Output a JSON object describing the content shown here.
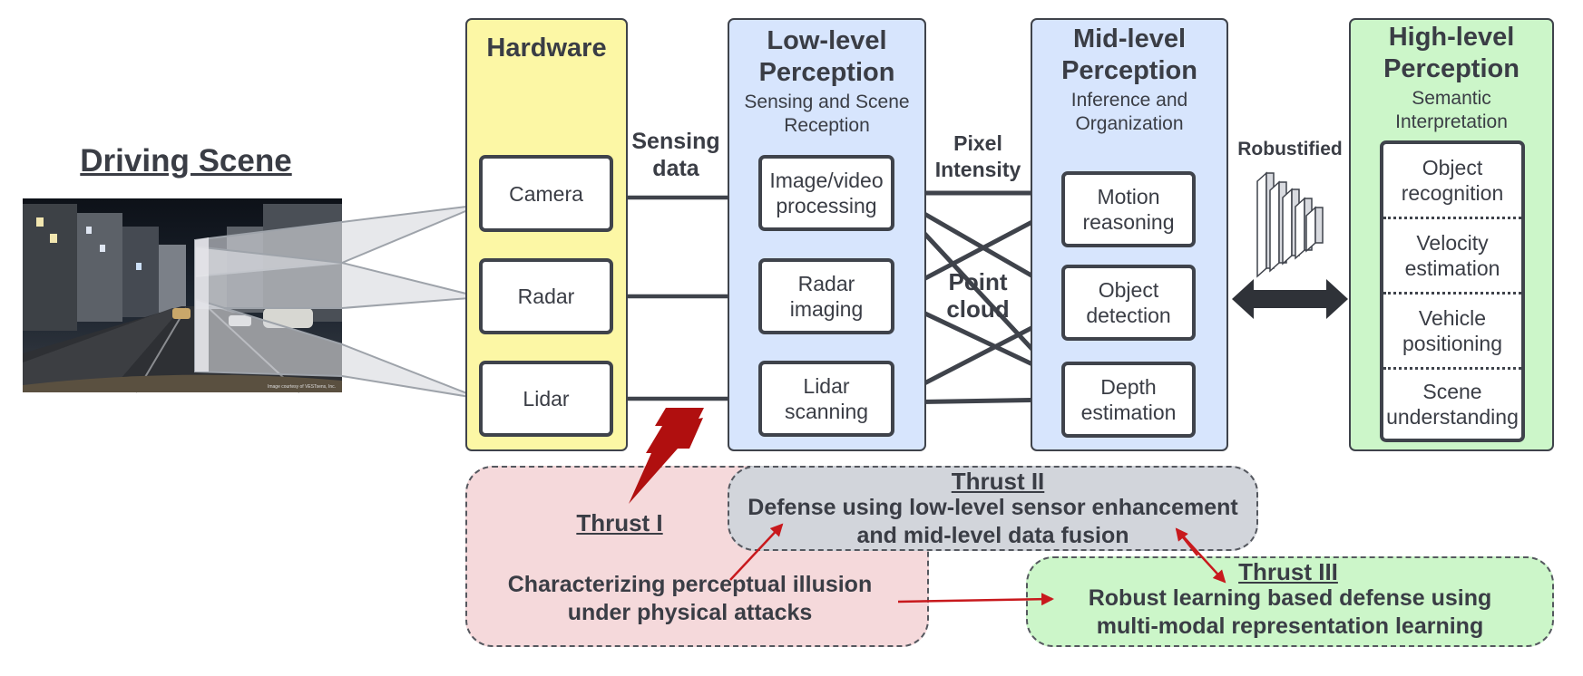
{
  "driving_scene": {
    "title": "Driving Scene",
    "credit": "Image courtesy of VESTsens, Inc."
  },
  "hardware": {
    "title": "Hardware",
    "items": [
      "Camera",
      "Radar",
      "Lidar"
    ]
  },
  "low_level": {
    "title_line1": "Low-level",
    "title_line2": "Perception",
    "subtitle_line1": "Sensing and Scene",
    "subtitle_line2": "Reception",
    "items": [
      {
        "line1": "Image/video",
        "line2": "processing"
      },
      {
        "line1": "Radar",
        "line2": "imaging"
      },
      {
        "line1": "Lidar",
        "line2": "scanning"
      }
    ]
  },
  "mid_level": {
    "title_line1": "Mid-level",
    "title_line2": "Perception",
    "subtitle_line1": "Inference and",
    "subtitle_line2": "Organization",
    "items": [
      {
        "line1": "Motion",
        "line2": "reasoning"
      },
      {
        "line1": "Object",
        "line2": "detection"
      },
      {
        "line1": "Depth",
        "line2": "estimation"
      }
    ]
  },
  "high_level": {
    "title_line1": "High-level",
    "title_line2": "Perception",
    "subtitle_line1": "Semantic",
    "subtitle_line2": "Interpretation",
    "items": [
      {
        "line1": "Object",
        "line2": "recognition"
      },
      {
        "line1": "Velocity",
        "line2": "estimation"
      },
      {
        "line1": "Vehicle",
        "line2": "positioning"
      },
      {
        "line1": "Scene",
        "line2": "understanding"
      }
    ]
  },
  "edge_labels": {
    "sensing_line1": "Sensing",
    "sensing_line2": "data",
    "pixel_line1": "Pixel",
    "pixel_line2": "Intensity",
    "point_line1": "Point",
    "point_line2": "cloud",
    "robustified": "Robustified"
  },
  "thrusts": {
    "one": {
      "title": "Thrust I",
      "desc_line1": "Characterizing perceptual illusion",
      "desc_line2": "under physical attacks"
    },
    "two": {
      "title": "Thrust II",
      "desc_line1": "Defense using low-level sensor enhancement",
      "desc_line2": "and mid-level data fusion"
    },
    "three": {
      "title": "Thrust III",
      "desc_line1": "Robust learning based defense using",
      "desc_line2": "multi-modal representation learning"
    }
  },
  "colors": {
    "hardware_fill": "#fcf7a5",
    "low_fill": "#d7e5fd",
    "mid_fill": "#d7e5fd",
    "high_fill": "#ccf6c9",
    "thrust1_fill": "#f5d9db",
    "thrust2_fill": "#d2d5db",
    "thrust3_fill": "#ccf6c9",
    "stroke": "#3f434b",
    "attack_red": "#b00f0f",
    "thrust_arrow_red": "#c8191d"
  }
}
